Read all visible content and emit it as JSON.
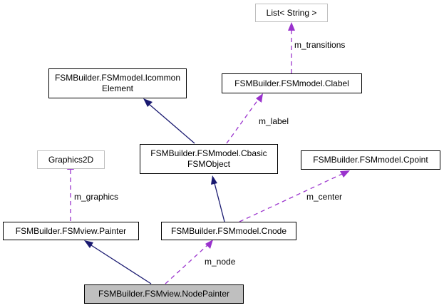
{
  "diagram": {
    "nodes": {
      "list_string": [
        "List< String >"
      ],
      "icommon_element": [
        "FSMBuilder.FSMmodel.Icommon",
        "Element"
      ],
      "clabel": [
        "FSMBuilder.FSMmodel.Clabel"
      ],
      "graphics2d": [
        "Graphics2D"
      ],
      "cbasic_fsmobject": [
        "FSMBuilder.FSMmodel.Cbasic",
        "FSMObject"
      ],
      "cpoint": [
        "FSMBuilder.FSMmodel.Cpoint"
      ],
      "painter": [
        "FSMBuilder.FSMview.Painter"
      ],
      "cnode": [
        "FSMBuilder.FSMmodel.Cnode"
      ],
      "node_painter": [
        "FSMBuilder.FSMview.NodePainter"
      ]
    },
    "edge_labels": {
      "m_transitions": "m_transitions",
      "m_label": "m_label",
      "m_graphics": "m_graphics",
      "m_center": "m_center",
      "m_node": "m_node"
    },
    "colors": {
      "inheritance": "#191970",
      "usage": "#9a32cd",
      "node_border": "#000000",
      "external_border": "#bfbfbf",
      "focus_fill": "#bfbfbf"
    }
  }
}
